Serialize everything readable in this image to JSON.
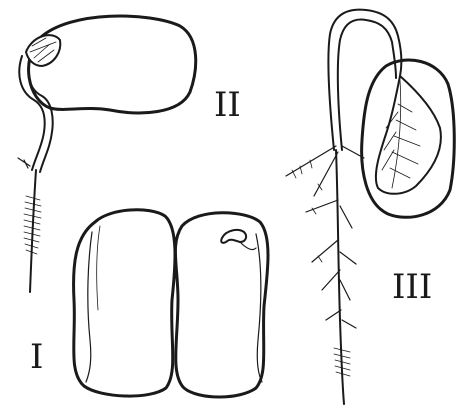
{
  "figure": {
    "stages": [
      {
        "id": "stage-1",
        "label": "I"
      },
      {
        "id": "stage-2",
        "label": "II"
      },
      {
        "id": "stage-3",
        "label": "III"
      }
    ]
  }
}
